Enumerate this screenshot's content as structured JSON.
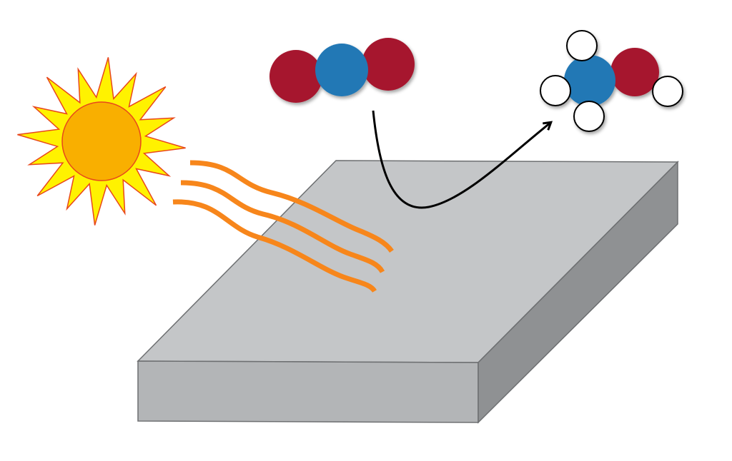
{
  "diagram": {
    "kind": "photocatalytic CO2 reduction illustration",
    "colors": {
      "background": "#ffffff",
      "sun_core": "#f9af00",
      "sun_rays": "#fff200",
      "sun_outline": "#e8471c",
      "light_waves": "#f7861b",
      "slab_top": "#c4c6c8",
      "slab_front": "#b3b5b7",
      "slab_side": "#8f9193",
      "slab_edge": "#6d6f71",
      "oxygen_atom": "#a6192e",
      "carbon_atom": "#2478b5",
      "hydrogen_atom": "#ffffff",
      "arrow": "#000000"
    },
    "elements": {
      "sun": {
        "icon": "sun-icon",
        "ray_count": 16
      },
      "light_waves": {
        "icon": "wave-icon",
        "count": 3
      },
      "catalyst_slab": {
        "icon": "slab-icon"
      },
      "reactant_molecule": {
        "icon": "molecule-icon",
        "atoms": [
          "oxygen",
          "carbon",
          "oxygen"
        ]
      },
      "product_molecule": {
        "icon": "molecule-icon",
        "atoms": [
          "carbon",
          "oxygen",
          "hydrogen",
          "hydrogen",
          "hydrogen",
          "hydrogen"
        ]
      },
      "reaction_arrow": {
        "icon": "curved-arrow-icon"
      }
    }
  }
}
